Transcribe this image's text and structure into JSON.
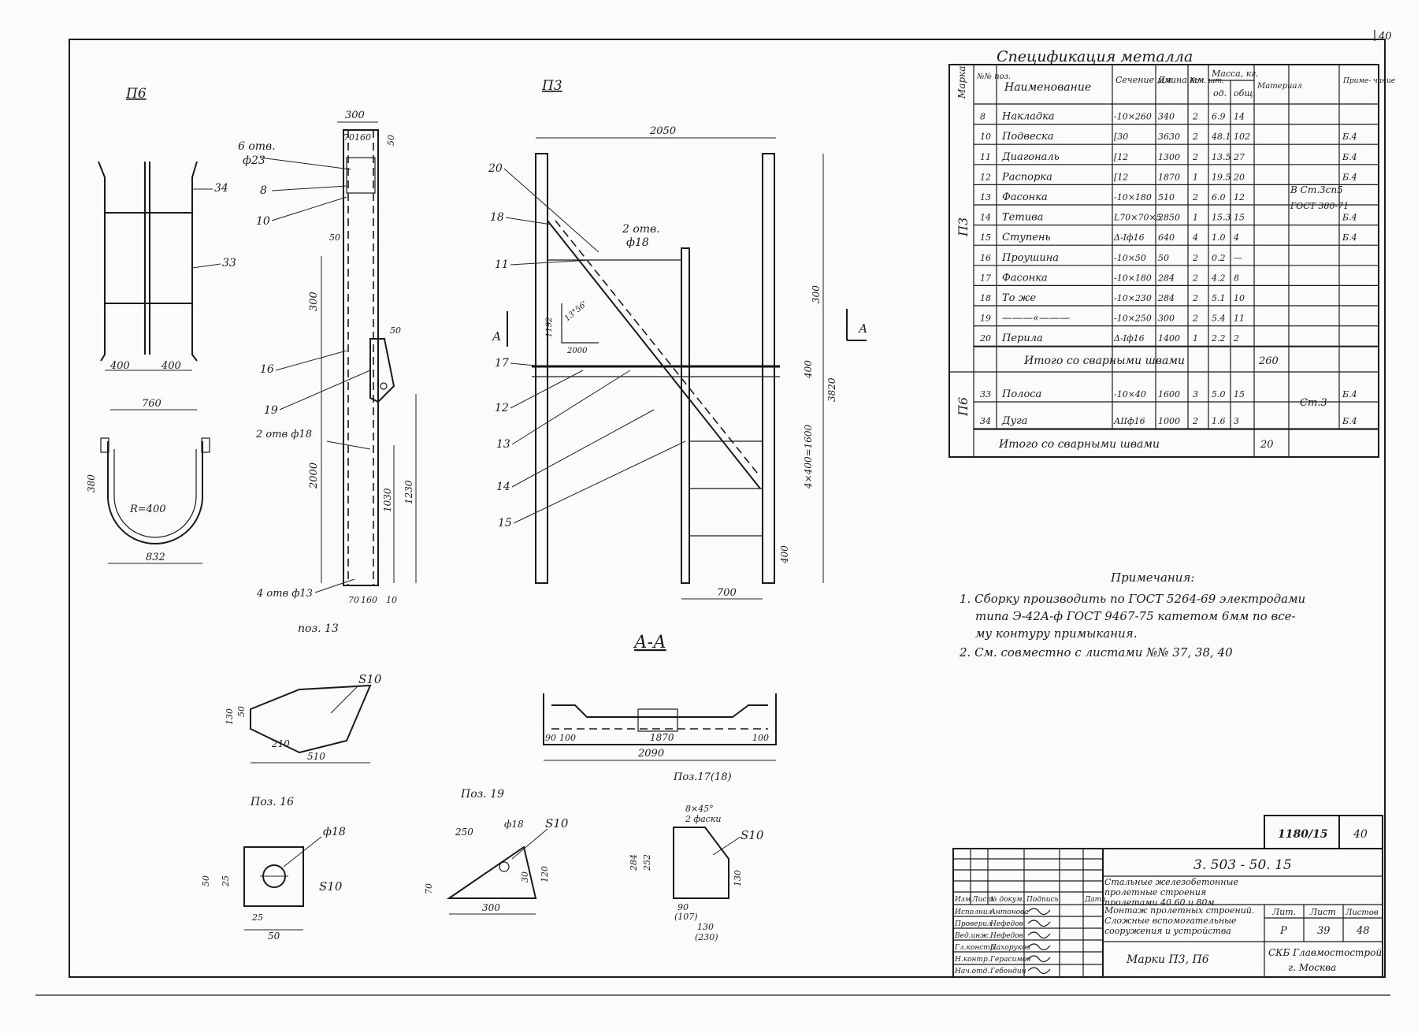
{
  "sheet": {
    "corner_number": "40",
    "drawing_code": "1180/15",
    "sheet_no": "40",
    "designation": "3. 503 - 50. 15"
  },
  "views": {
    "p6": "П6",
    "p3": "П3",
    "section_title": "А-А",
    "section_mark": "А",
    "pos13": "поз. 13",
    "pos16": "Поз. 16",
    "pos19": "Поз. 19",
    "pos17": "Поз.17(18)"
  },
  "p6_dims": {
    "w1": "400",
    "w2": "400",
    "arc_w": "760",
    "radius": "R=400",
    "depth": "380",
    "base": "832",
    "leader_34": "34",
    "leader_33": "33"
  },
  "pos13_dims": {
    "top_w": "300",
    "top_a": "70",
    "top_b": "160",
    "top_h": "50",
    "holes6": "6 отв.",
    "holes6_d": "ф23",
    "leader_8": "8",
    "leader_10": "10",
    "h_300": "300",
    "d_50": "50",
    "leader_16": "16",
    "leader_19": "19",
    "d_50b": "50",
    "holes2": "2 отв ф18",
    "h_2000": "2000",
    "h_1030": "1030",
    "h_1230": "1230",
    "holes4": "4 отв ф13",
    "b_70": "70",
    "b_160": "160",
    "b_10": "10"
  },
  "p3_dims": {
    "top": "2050",
    "holes2": "2 отв.",
    "holes2_d": "ф18",
    "leaders": [
      "20",
      "18",
      "11",
      "17",
      "12",
      "13",
      "14",
      "15"
    ],
    "slope_a": "1192",
    "slope_b": "2000",
    "slope_c": "13°56'",
    "r_300": "300",
    "r_400": "400",
    "r_3820": "3820",
    "r_steps": "4×400=1600",
    "r_400b": "400",
    "b_700": "700"
  },
  "section_dims": {
    "d_90": "90",
    "d_100": "100",
    "d_1870": "1870",
    "d_100b": "100",
    "total": "2090"
  },
  "detail17": {
    "s": "S10",
    "h1": "130",
    "h2": "50",
    "w1": "210",
    "w2": "510"
  },
  "detail16": {
    "hole": "ф18",
    "s": "S10",
    "h": "50",
    "h2": "25",
    "w1": "25",
    "w2": "50"
  },
  "detail19": {
    "hole": "ф18",
    "s": "S10",
    "w": "250",
    "h": "70",
    "h2": "30",
    "h3": "120",
    "base": "300"
  },
  "detail18": {
    "chamfer": "8×45°",
    "chamfer2": "2 фаски",
    "s": "S10",
    "h1": "284",
    "h2": "252",
    "h3": "130",
    "b1": "90",
    "b2": "(107)",
    "b3": "130",
    "b4": "(230)"
  },
  "spec": {
    "title": "Спецификация металла",
    "header": {
      "marka": "Марка",
      "num": "№№ поз.",
      "name": "Наименование",
      "sec": "Сечение мм",
      "len": "Длина мм",
      "qty": "Кол. шт.",
      "mass": "Масса, кг.",
      "m1": "од.",
      "m2": "общ.",
      "mat": "Материал",
      "note": "Приме- чание"
    },
    "p3_mark": "П3",
    "p6_mark": "П6",
    "material_p3": "В Ст.3сп5",
    "material_p3b": "ГОСТ 380-71",
    "material_p6": "Ст.3",
    "rows_p3": [
      {
        "n": "8",
        "name": "Накладка",
        "sec": "-10×260",
        "len": "340",
        "q": "2",
        "m1": "6.9",
        "m2": "14",
        "note": ""
      },
      {
        "n": "10",
        "name": "Подвеска",
        "sec": "[30",
        "len": "3630",
        "q": "2",
        "m1": "48.1",
        "m2": "102",
        "note": "Б.4"
      },
      {
        "n": "11",
        "name": "Диагональ",
        "sec": "[12",
        "len": "1300",
        "q": "2",
        "m1": "13.5",
        "m2": "27",
        "note": "Б.4"
      },
      {
        "n": "12",
        "name": "Распорка",
        "sec": "[12",
        "len": "1870",
        "q": "1",
        "m1": "19.5",
        "m2": "20",
        "note": "Б.4"
      },
      {
        "n": "13",
        "name": "Фасонка",
        "sec": "-10×180",
        "len": "510",
        "q": "2",
        "m1": "6.0",
        "m2": "12",
        "note": ""
      },
      {
        "n": "14",
        "name": "Тетива",
        "sec": "L70×70×5",
        "len": "2850",
        "q": "1",
        "m1": "15.3",
        "m2": "15",
        "note": "Б.4"
      },
      {
        "n": "15",
        "name": "Ступень",
        "sec": "Δ-Iф16",
        "len": "640",
        "q": "4",
        "m1": "1.0",
        "m2": "4",
        "note": "Б.4"
      },
      {
        "n": "16",
        "name": "Проушина",
        "sec": "-10×50",
        "len": "50",
        "q": "2",
        "m1": "0.2",
        "m2": "—",
        "note": ""
      },
      {
        "n": "17",
        "name": "Фасонка",
        "sec": "-10×180",
        "len": "284",
        "q": "2",
        "m1": "4.2",
        "m2": "8",
        "note": ""
      },
      {
        "n": "18",
        "name": "То же",
        "sec": "-10×230",
        "len": "284",
        "q": "2",
        "m1": "5.1",
        "m2": "10",
        "note": ""
      },
      {
        "n": "19",
        "name": "———«———",
        "sec": "-10×250",
        "len": "300",
        "q": "2",
        "m1": "5.4",
        "m2": "11",
        "note": ""
      },
      {
        "n": "20",
        "name": "Перила",
        "sec": "Δ-Iф16",
        "len": "1400",
        "q": "1",
        "m1": "2.2",
        "m2": "2",
        "note": ""
      }
    ],
    "total_p3_label": "Итого со сварными швами",
    "total_p3": "260",
    "rows_p6": [
      {
        "n": "33",
        "name": "Полоса",
        "sec": "-10×40",
        "len": "1600",
        "q": "3",
        "m1": "5.0",
        "m2": "15",
        "note": "Б.4"
      },
      {
        "n": "34",
        "name": "Дуга",
        "sec": "АIIф16",
        "len": "1000",
        "q": "2",
        "m1": "1.6",
        "m2": "3",
        "note": "Б.4"
      }
    ],
    "total_p6_label": "Итого со сварными швами",
    "total_p6": "20"
  },
  "notes": {
    "title": "Примечания:",
    "line1": "1. Сборку производить по ГОСТ 5264-69 электродами",
    "line2": "типа Э-42А-ф ГОСТ 9467-75 катетом 6мм по все-",
    "line3": "му контуру примыкания.",
    "line4": "2. См. совместно с листами №№ 37, 38, 40"
  },
  "title_block": {
    "cols": [
      "Изм",
      "Лист",
      "№ докум.",
      "Подпись",
      "Дата"
    ],
    "roles": [
      {
        "role": "Исполнил",
        "name": "Антонова"
      },
      {
        "role": "Проверил",
        "name": "Нефедов"
      },
      {
        "role": "Вед.инж.",
        "name": "Нефедов"
      },
      {
        "role": "Гл.констр.",
        "name": "Пахоруков"
      },
      {
        "role": "Н.контр.",
        "name": "Герасимов"
      },
      {
        "role": "Нач.отд.",
        "name": "Гебондин"
      }
    ],
    "object": "Стальные железобетонные пролетные строения пролетами 40,60 и 80м",
    "doc_title": "Монтаж пролетных строений. Сложные вспомогательные сооружения и устройства",
    "lit_label": "Лит.",
    "lit": "Р",
    "list_label": "Лист",
    "list": "39",
    "lists_label": "Листов",
    "lists": "48",
    "mark_title": "Марки П3, П6",
    "org1": "СКБ Главмостострой",
    "org2": "г. Москва"
  }
}
